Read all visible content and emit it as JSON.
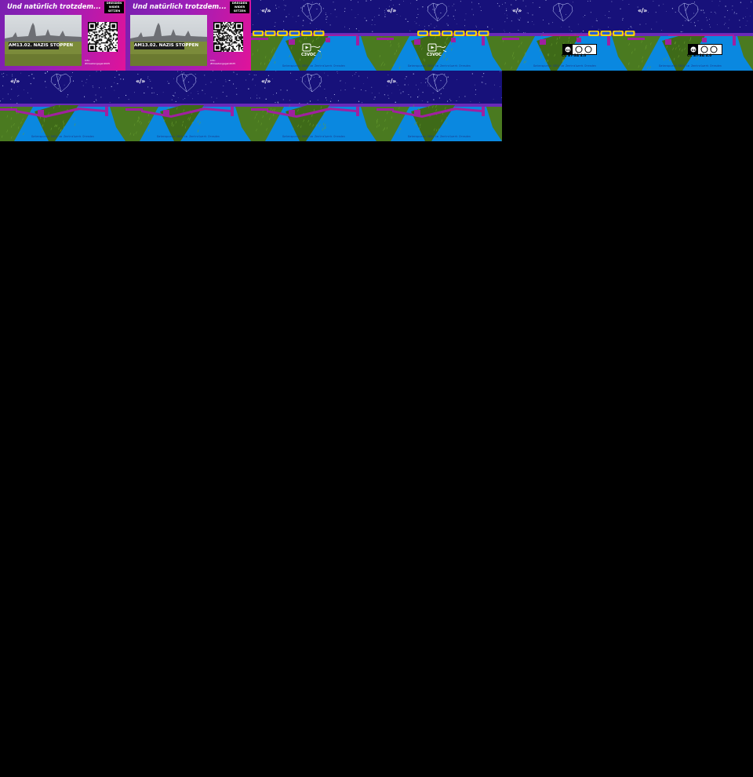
{
  "tiles": [
    {
      "kind": "promo",
      "title": "Und natürlich trotzdem...",
      "banner": "AM13.02. NAZIS STOPPEN",
      "logo": [
        "DRESDEN",
        "WIDER",
        "SETZEN"
      ],
      "qr_caption": [
        "Info:",
        "#Dresdengegen2025"
      ]
    },
    {
      "kind": "promo",
      "title": "Und natürlich trotzdem...",
      "banner": "AM13.02. NAZIS STOPPEN",
      "logo": [
        "DRESDEN",
        "WIDER",
        "SETZEN"
      ],
      "qr_caption": [
        "Info:",
        "#Dresdengegen2025"
      ]
    },
    {
      "kind": "scene",
      "variant": "c3voc",
      "brand": "«/»",
      "badge": "C3VOC",
      "footer": "Datenspuren 2024 im Zentralwerk Dresden"
    },
    {
      "kind": "scene",
      "variant": "c3voc",
      "brand": "«/»",
      "badge": "C3VOC",
      "footer": "Datenspuren 2024 im Zentralwerk Dresden"
    },
    {
      "kind": "scene",
      "variant": "cc",
      "brand": "«/»",
      "badge": "CC BY-SA 4.0",
      "footer": "Datenspuren 2024 im Zentralwerk Dresden"
    },
    {
      "kind": "scene",
      "variant": "cc",
      "brand": "«/»",
      "badge": "CC BY-SA 4.0",
      "footer": "Datenspuren 2024 im Zentralwerk Dresden"
    },
    {
      "kind": "scene",
      "variant": "plain",
      "brand": "«/»",
      "badge": "",
      "footer": "Datenspuren 2024 im Zentralwerk Dresden"
    },
    {
      "kind": "scene",
      "variant": "plain",
      "brand": "«/»",
      "badge": "",
      "footer": "Datenspuren 2024 im Zentralwerk Dresden"
    },
    {
      "kind": "scene",
      "variant": "plain",
      "brand": "«/»",
      "badge": "",
      "footer": "Datenspuren 2024 im Zentralwerk Dresden"
    },
    {
      "kind": "scene",
      "variant": "plain",
      "brand": "«/»",
      "badge": "",
      "footer": "Datenspuren 2024 im Zentralwerk Dresden"
    }
  ],
  "colors": {
    "sky": "#17117a",
    "water": "#0a88e0",
    "magenta": "#a020a0",
    "grass": "#4a7a20",
    "train": "#ffd500",
    "promo_left": "#7a1fb0",
    "promo_right": "#e0139a",
    "background": "#000000"
  },
  "icons": [
    "heart-constellation-icon",
    "train-icon",
    "c3voc-logo-icon",
    "cc-license-icon",
    "qr-code-icon",
    "skyline-photo"
  ]
}
